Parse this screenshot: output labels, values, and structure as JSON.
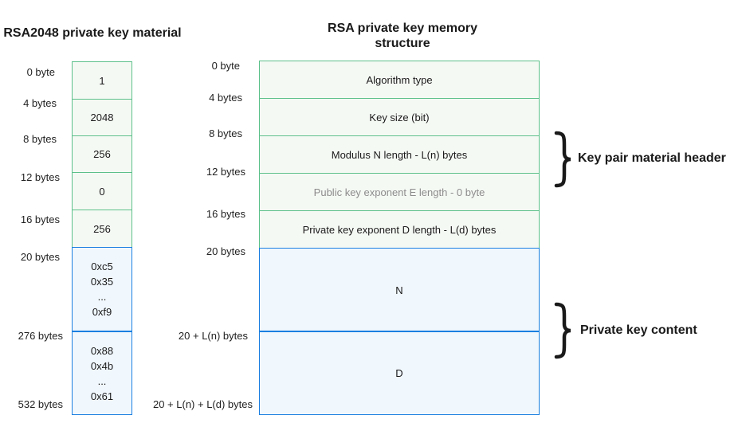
{
  "left": {
    "title": "RSA2048 private key material",
    "offsets": [
      "0 byte",
      "4 bytes",
      "8 bytes",
      "12 bytes",
      "16 bytes",
      "20 bytes",
      "276 bytes",
      "532 bytes"
    ],
    "header_cells": [
      "1",
      "2048",
      "256",
      "0",
      "256"
    ],
    "n_values": [
      "0xc5",
      "0x35",
      "...",
      "0xf9"
    ],
    "d_values": [
      "0x88",
      "0x4b",
      "...",
      "0x61"
    ]
  },
  "right": {
    "title_line1": "RSA private key memory",
    "title_line2": "structure",
    "offsets": [
      "0 byte",
      "4 bytes",
      "8 bytes",
      "12 bytes",
      "16 bytes",
      "20 bytes",
      "20 + L(n) bytes",
      "20 + L(n) + L(d) bytes"
    ],
    "header_cells": [
      "Algorithm type",
      "Key size (bit)",
      "Modulus N length - L(n) bytes",
      "Public key exponent E length - 0 byte",
      "Private key exponent D length - L(d) bytes"
    ],
    "n_label": "N",
    "d_label": "D"
  },
  "annotations": {
    "header_group": "Key pair material header",
    "content_group": "Private key content"
  },
  "colors": {
    "header_border": "#5cc08a",
    "header_fill": "#f5f9f4",
    "content_border": "#1a7fe0",
    "content_fill": "#f0f7fd",
    "muted_text": "#8c8c8c"
  }
}
